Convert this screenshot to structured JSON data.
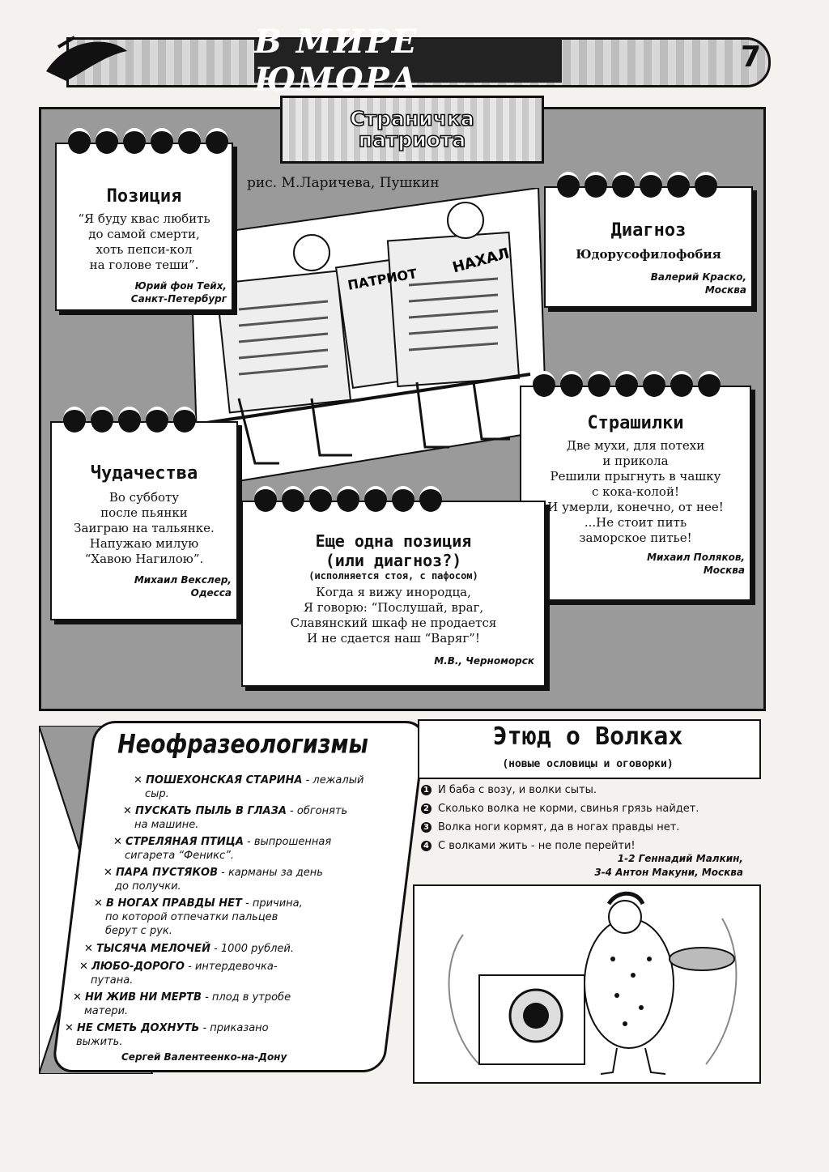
{
  "header": {
    "title": "В МИРЕ ЮМОРА",
    "page_number": "7"
  },
  "patriot": {
    "title_line1": "Страничка",
    "title_line2": "патриота",
    "cartoon_credit": "рис. М.Ларичева, Пушкин",
    "cartoon_labels": {
      "left_paper": "ПАТРИОТ",
      "right_paper": "НАХАЛ"
    },
    "cards": {
      "position": {
        "heading": "Позиция",
        "lines": [
          "“Я буду квас любить",
          "до самой смерти,",
          "хоть пепси-кол",
          "на голове теши”."
        ],
        "sig1": "Юрий фон Тейх,",
        "sig2": "Санкт-Петербург"
      },
      "diagnosis": {
        "heading": "Диагноз",
        "lines": [
          "Юдорусофилофобия"
        ],
        "sig1": "Валерий Краско,",
        "sig2": "Москва"
      },
      "oddities": {
        "heading": "Чудачества",
        "lines": [
          "Во субботу",
          "после пьянки",
          "Заиграю на тальянке.",
          "Напужаю милую",
          "“Хавою Нагилою”."
        ],
        "sig1": "Михаил Векслер,",
        "sig2": "Одесса"
      },
      "scary": {
        "heading": "Страшилки",
        "lines": [
          "Две мухи, для потехи",
          "и прикола",
          "Решили прыгнуть в чашку",
          "с кока-колой!",
          "И умерли, конечно, от нее!",
          "...Не стоит пить",
          "заморское питье!"
        ],
        "sig1": "Михаил Поляков,",
        "sig2": "Москва"
      },
      "another": {
        "heading1": "Еще одна позиция",
        "heading2": "(или диагноз?)",
        "subheading": "(исполняется стоя, с пафосом)",
        "lines": [
          "Когда я вижу инородца,",
          "Я говорю: “Послушай, враг,",
          "Славянский шкаф не продается",
          "И не сдается наш “Варяг”!"
        ],
        "sig1": "М.В., Черноморск"
      }
    }
  },
  "neo": {
    "title": "Неофразеологизмы",
    "items": [
      {
        "term": "ПОШЕХОНСКАЯ СТАРИНА",
        "def1": " - лежалый",
        "def2": "сыр."
      },
      {
        "term": "ПУСКАТЬ ПЫЛЬ В ГЛАЗА",
        "def1": " - обгонять",
        "def2": "на машине."
      },
      {
        "term": "СТРЕЛЯНАЯ ПТИЦА",
        "def1": " - выпрошенная",
        "def2": "сигарета “Феникс”."
      },
      {
        "term": "ПАРА ПУСТЯКОВ",
        "def1": " - карманы за день",
        "def2": "до получки."
      },
      {
        "term": "В НОГАХ ПРАВДЫ НЕТ",
        "def1": " - причина,",
        "def2": "по которой отпечатки пальцев",
        "def3": "берут с рук."
      },
      {
        "term": "ТЫСЯЧА МЕЛОЧЕЙ",
        "def1": " - 1000 рублей.",
        "def2": ""
      },
      {
        "term": "ЛЮБО-ДОРОГО",
        "def1": " - интердевочка-",
        "def2": "путана."
      },
      {
        "term": "НИ ЖИВ НИ МЕРТВ",
        "def1": " - плод в утробе",
        "def2": "матери."
      },
      {
        "term": "НЕ СМЕТЬ ДОХНУТЬ",
        "def1": " - приказано",
        "def2": "выжить."
      }
    ],
    "signature": "Сергей Валентеенко-на-Дону"
  },
  "etud": {
    "title": "Этюд о Волках",
    "subtitle": "(новые ословицы и оговорки)",
    "items": [
      {
        "num": "1",
        "text": "И баба с возу, и волки сыты."
      },
      {
        "num": "2",
        "text": "Сколько волка не корми, свинья грязь найдет."
      },
      {
        "num": "3",
        "text": "Волка ноги кормят, да в ногах правды нет."
      },
      {
        "num": "4",
        "text": "С волками жить - не поле перейти!"
      }
    ],
    "sig1": "1-2 Геннадий Малкин,",
    "sig2": "3-4 Антон Макуни, Москва"
  }
}
